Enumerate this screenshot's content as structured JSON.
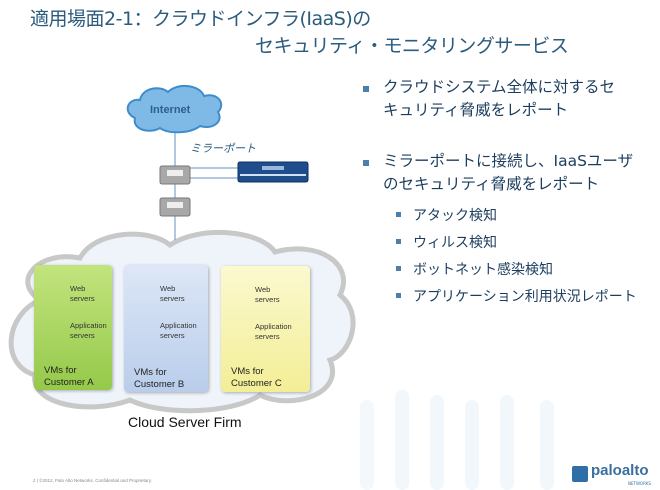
{
  "title": {
    "line1": "適用場面2-1：クラウドインフラ(IaaS)の",
    "line2": "セキュリティ・モニタリングサービス"
  },
  "bullets": [
    {
      "lines": [
        "クラウドシステム全体に対するセ",
        "キュリティ脅威をレポート"
      ]
    },
    {
      "lines": [
        "ミラーポートに接続し、IaaSユーザ",
        "のセキュリティ脅威をレポート"
      ],
      "sub": [
        "アタック検知",
        "ウィルス検知",
        "ボットネット感染検知",
        "アプリケーション利用状況レポート"
      ]
    }
  ],
  "diagram": {
    "internet": "Internet",
    "mirror_port": "ミラーポート",
    "cloud_label": "Cloud Server Firm",
    "web": [
      "Web",
      "servers"
    ],
    "app": [
      "Application",
      "servers"
    ],
    "customers": [
      {
        "line1": "VMs for",
        "line2": "Customer A",
        "color": "#a6d45a"
      },
      {
        "line1": "VMs for",
        "line2": "Customer B",
        "color": "#c9d8ef"
      },
      {
        "line1": "VMs for",
        "line2": "Customer C",
        "color": "#f7f3a6"
      }
    ]
  },
  "footer": {
    "text": "2 | ©2012, Palo Alto Networks. Confidential and Proprietary.",
    "logo": "paloalto",
    "logo_sub": "NETWORKS"
  }
}
